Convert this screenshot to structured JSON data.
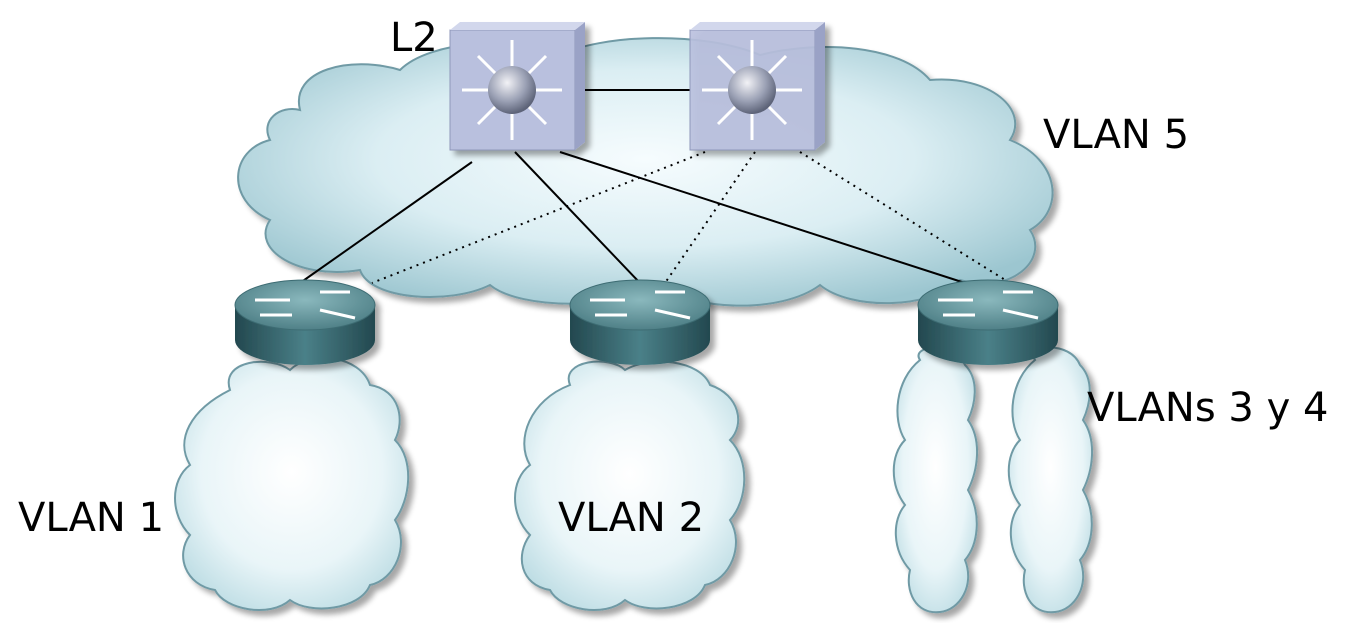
{
  "labels": {
    "l2": "L2",
    "vlan5": "VLAN 5",
    "vlan1": "VLAN 1",
    "vlan2": "VLAN 2",
    "vlans34": "VLANs 3 y 4"
  },
  "colors": {
    "cloud_fill_light": "#f4fbfd",
    "cloud_fill_dark": "#a9cfd8",
    "cloud_outline": "#5f8f9b",
    "switch_fill": "#b7bfdd",
    "router_top": "#6b9aa0",
    "router_side": "#2f5e66",
    "solid_link": "#000000",
    "dotted_link": "#000000"
  },
  "icons": [
    "switch-icon",
    "switch-icon",
    "router-icon",
    "router-icon",
    "router-icon"
  ]
}
